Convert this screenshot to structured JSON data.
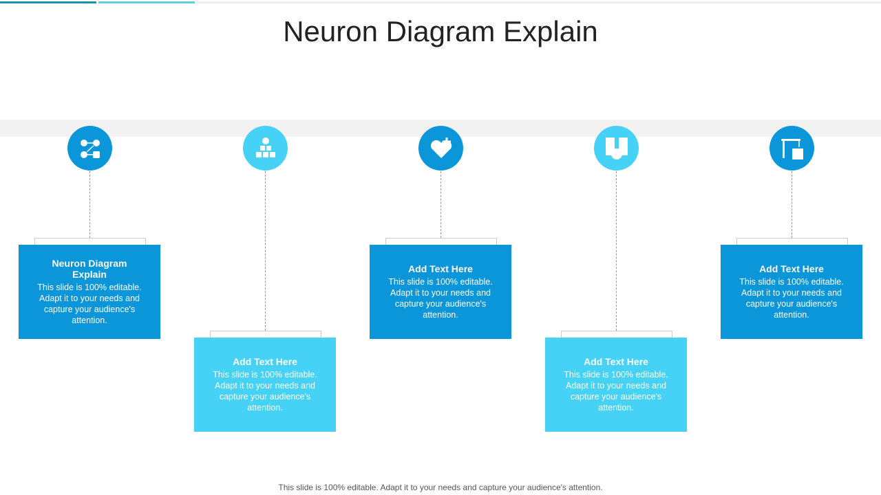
{
  "title": "Neuron Diagram Explain",
  "colors": {
    "dark": "#0a96d9",
    "light": "#46d2f6"
  },
  "items": [
    {
      "icon": "network-icon",
      "heading": "Neuron Diagram Explain",
      "body": "This slide is 100% editable. Adapt it to your needs and capture your audience's attention."
    },
    {
      "icon": "boxes-gear-icon",
      "heading": "Add  Text Here",
      "body": "This slide is 100% editable. Adapt it to your needs and capture your audience's attention."
    },
    {
      "icon": "heart-health-icon",
      "heading": "Add  Text Here",
      "body": "This slide is 100% editable. Adapt it to your needs and capture your audience's attention."
    },
    {
      "icon": "building-maintenance-icon",
      "heading": "Add  Text Here",
      "body": "This slide is 100% editable. Adapt it to your needs and capture your audience's attention."
    },
    {
      "icon": "crane-building-icon",
      "heading": "Add  Text Here",
      "body": "This slide is 100% editable. Adapt it to your needs and capture your audience's attention."
    }
  ],
  "footer": "This slide is 100% editable. Adapt it to your needs and capture your audience's attention."
}
